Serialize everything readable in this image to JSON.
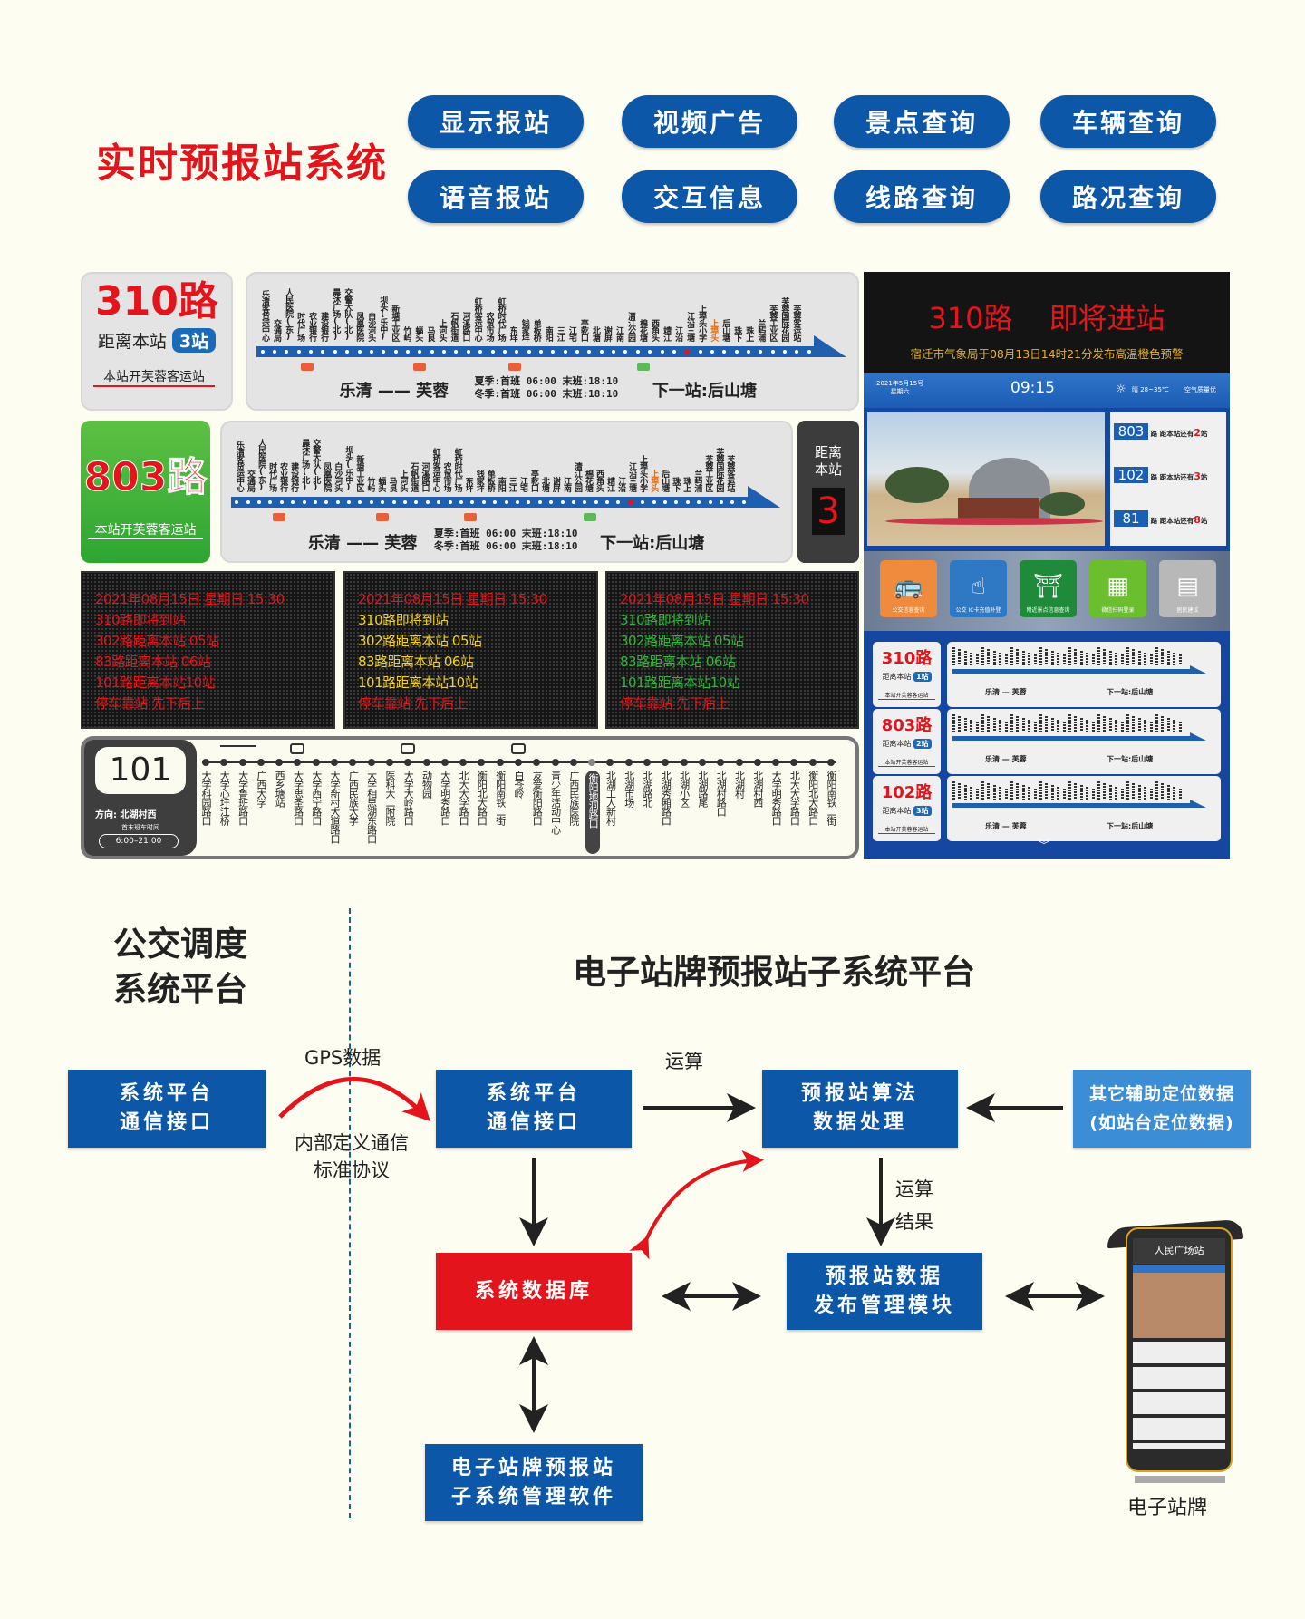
{
  "header": {
    "title": "实时预报站系统",
    "nav": [
      "显示报站",
      "视频广告",
      "景点查询",
      "车辆查询",
      "语音报站",
      "交互信息",
      "线路查询",
      "路况查询"
    ]
  },
  "route_stations": [
    "乐清客货运中心",
    "交通局",
    "人民医院(东)",
    "时代广场",
    "农业银行",
    "建设银行",
    "晨沐广场(北)",
    "交警大队(北)",
    "凤凰医院",
    "白沙河头",
    "坝头(乐中)",
    "新塘工业区",
    "竹屿",
    "蝠头",
    "马良",
    "上河头",
    "石帆街道",
    "河溪路口",
    "虹桥客运中心",
    "农贸市场",
    "虹桥时代广场",
    "东垟",
    "钱家垟",
    "单板桥",
    "南阳",
    "三江",
    "江宅",
    "亭乾口",
    "北塘",
    "谢屏",
    "江南",
    "清江公园",
    "棉花塘",
    "西角头",
    "靖江",
    "江沿",
    "江沿三塘",
    "上埠头小学",
    "上埠头",
    "后山塘",
    "珠下",
    "珠上",
    "兰屿浦",
    "芙蓉工业区",
    "芙蓉国际花园",
    "芙蓉客运站"
  ],
  "route_common": {
    "from": "乐清",
    "dash": "——",
    "to": "芙蓉",
    "summer": "夏季:首班 06:00  末班:18:10",
    "winter": "冬季:首班 06:00  末班:18:10",
    "next": "下一站:后山塘",
    "depart": "本站开芙蓉客运站",
    "distance_label": "距离本站",
    "current_station_index": 35,
    "highlight_station_index": 38
  },
  "route310": {
    "name": "310路",
    "distance": "3站"
  },
  "route803": {
    "name": "803路",
    "distance_title": "距离本站",
    "distance": "3"
  },
  "led": {
    "lines": [
      "2021年08月15日 星期日  15:30",
      "310路即将到站",
      "302路距离本站 05站",
      "83路距离本站 06站",
      "101路距离本站10站",
      "停车靠站  先下后上"
    ],
    "colors": [
      "#e3141b",
      "#f2d21a",
      "#2fb53a"
    ]
  },
  "route101": {
    "number": "101",
    "direction": "方向: 北湖村西",
    "time_label": "首末班车时间",
    "time": "6:00–21:00",
    "current_index": 21,
    "stations": [
      "大学科园路口",
      "大学心圩江桥",
      "大学鲁班路口",
      "广西大学",
      "西乡塘站",
      "大学思圣路口",
      "大学西宁路口",
      "大学新村大道路口",
      "广西民族大学",
      "大学相思湖东路口",
      "医科大二附院",
      "大学大岭路口",
      "动物园",
      "大学明秀路口",
      "北大大学路口",
      "衡阳北大路口",
      "衡阳南铁二街",
      "白苍岭",
      "友爱衡阳路口",
      "青少年活动中心",
      "广西民族医院",
      "衡阳地洞路口",
      "北湖工人新村",
      "北湖市场",
      "北湖路北",
      "北湖秀厢路口",
      "北湖小区",
      "北湖路尾",
      "北湖村路口",
      "北湖村",
      "北湖村西",
      "大学明秀路口",
      "北大大学路口",
      "衡阳北大路口",
      "衡阳南铁二街"
    ]
  },
  "screen": {
    "headline_route": "310路",
    "headline_status": "即将进站",
    "alert": "宿迁市气象局于08月13日14时21分发布高温橙色预警",
    "date": "2021年5月15号",
    "weekday": "星期六",
    "time": "09:15",
    "weather": "晴  28~35℃",
    "air": "空气质量优",
    "arrivals": [
      {
        "route": "803",
        "suffix": "路  距本站还有",
        "count": "2",
        "unit": "站"
      },
      {
        "route": "102",
        "suffix": "路  距本站还有",
        "count": "3",
        "unit": "站"
      },
      {
        "route": "81",
        "suffix": "路  距本站还有",
        "count": "8",
        "unit": "站"
      }
    ],
    "tiles": [
      {
        "label": "公交信息查询",
        "icon": "bus-icon",
        "color": "#f08a3c"
      },
      {
        "label": "公交 IC卡充值补登",
        "icon": "card-touch-icon",
        "color": "#2f78c4"
      },
      {
        "label": "附近景点信息查询",
        "icon": "temple-icon",
        "color": "#1f8a3a"
      },
      {
        "label": "微信扫码登录",
        "icon": "qr-code-icon",
        "color": "#6bbf2e"
      },
      {
        "label": "居民建议",
        "icon": "message-icon",
        "color": "#b8b8b8"
      }
    ],
    "mini_routes": [
      {
        "name": "310路",
        "distance_label": "距离本站",
        "distance": "1站"
      },
      {
        "name": "803路",
        "distance_label": "距离本站",
        "distance": "2站"
      },
      {
        "name": "102路",
        "distance_label": "距离本站",
        "distance": "3站"
      }
    ]
  },
  "diagram": {
    "left_title": [
      "公交调度",
      "系统平台"
    ],
    "right_title": "电子站牌预报站子系统平台",
    "box_left": [
      "系统平台",
      "通信接口"
    ],
    "box_mid": [
      "系统平台",
      "通信接口"
    ],
    "box_algo": [
      "预报站算法",
      "数据处理"
    ],
    "box_other": [
      "其它辅助定位数据",
      "(如站台定位数据)"
    ],
    "box_db": "系统数据库",
    "box_publish": [
      "预报站数据",
      "发布管理模块"
    ],
    "box_software": [
      "电子站牌预报站",
      "子系统管理软件"
    ],
    "gps": "GPS数据",
    "protocol": [
      "内部定义通信",
      "标准协议"
    ],
    "compute": "运算",
    "result": [
      "运算",
      "结果"
    ],
    "kiosk_label": "电子站牌",
    "kiosk_station": "人民广场站"
  },
  "colors": {
    "brand_blue": "#0c57a8",
    "red": "#e3141b",
    "green": "#3fae35",
    "light_blue": "#3b8ed6"
  }
}
